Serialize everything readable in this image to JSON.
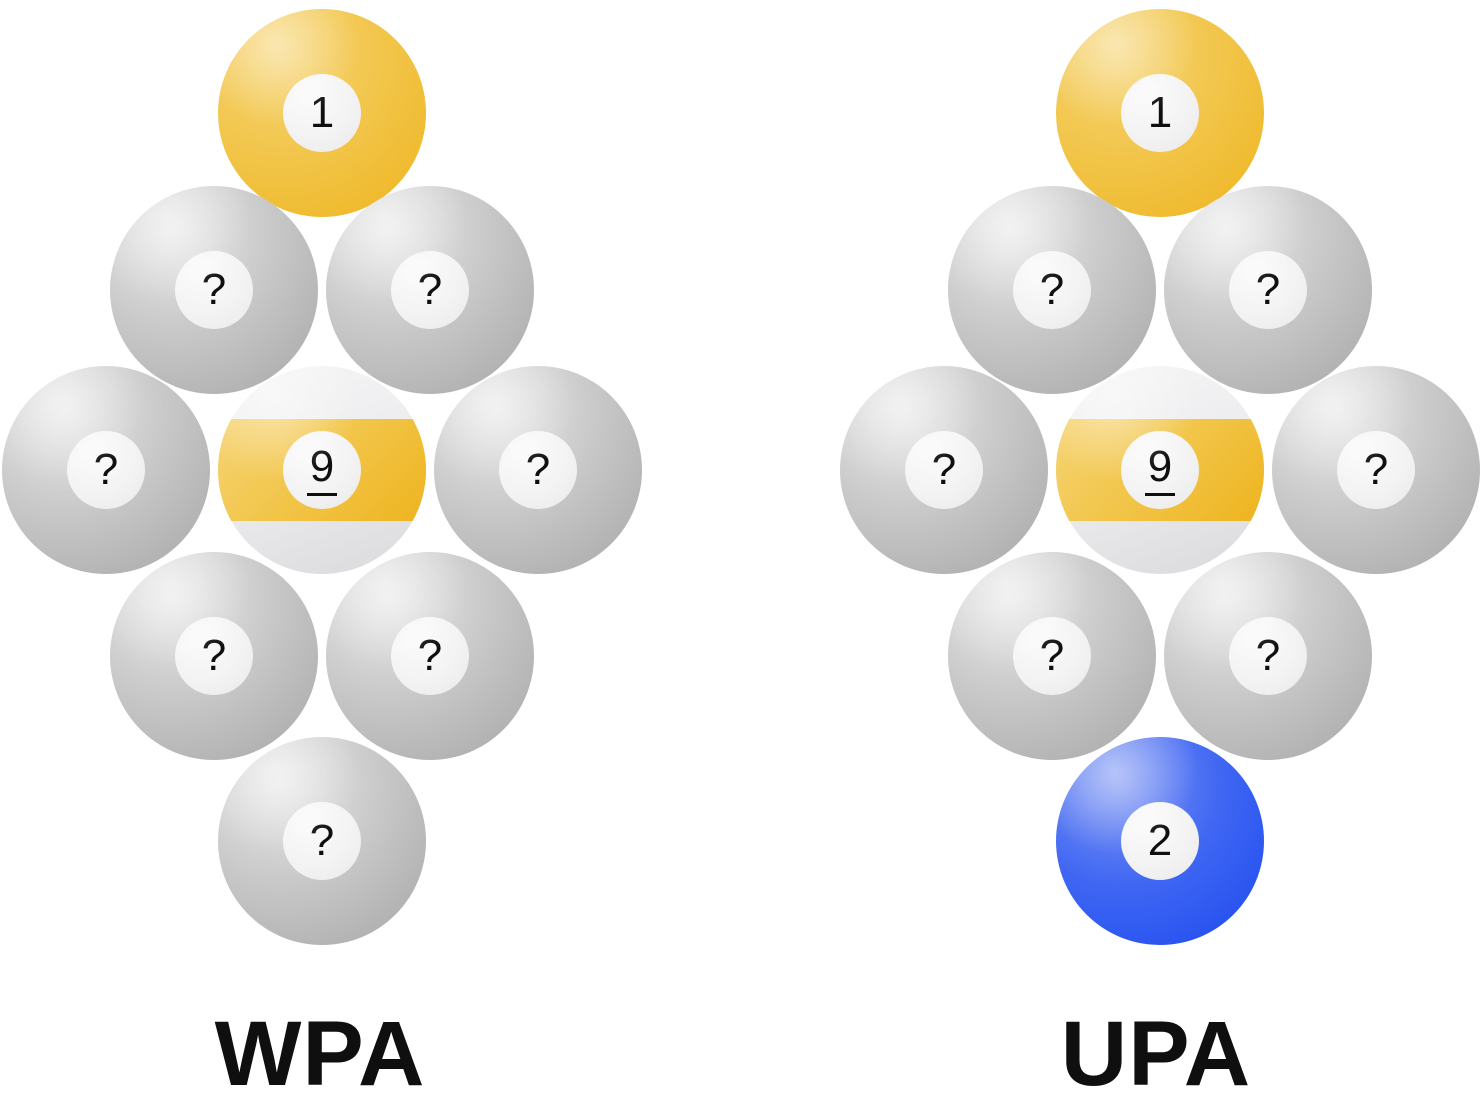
{
  "colors": {
    "yellow_hi": "#f6d474",
    "yellow_mid": "#f2c64c",
    "yellow_dark": "#eeb41e",
    "gray_hi": "#e9e9e9",
    "gray_mid": "#c9c9c9",
    "gray_dark": "#a6a6a6",
    "blue_hi": "#7f97f3",
    "blue_mid": "#3f66f3",
    "blue_dark": "#1c49ee",
    "white_hi": "#f6f6f7",
    "white_mid": "#ececee",
    "white_dark": "#d9d9db",
    "badge_hi": "#fbfbfb",
    "badge_mid": "#f3f3f4",
    "badge_lo": "#e9e9ea",
    "text": "#0f0f0f"
  },
  "diagrams": [
    {
      "label": "WPA",
      "balls": [
        {
          "text": "1",
          "style": "yellow",
          "row": 0,
          "col": 0,
          "underline": false
        },
        {
          "text": "?",
          "style": "gray",
          "row": 1,
          "col": -1,
          "underline": false
        },
        {
          "text": "?",
          "style": "gray",
          "row": 1,
          "col": 1,
          "underline": false
        },
        {
          "text": "?",
          "style": "gray",
          "row": 2,
          "col": -2,
          "underline": false
        },
        {
          "text": "9",
          "style": "stripe-yellow",
          "row": 2,
          "col": 0,
          "underline": true
        },
        {
          "text": "?",
          "style": "gray",
          "row": 2,
          "col": 2,
          "underline": false
        },
        {
          "text": "?",
          "style": "gray",
          "row": 3,
          "col": -1,
          "underline": false
        },
        {
          "text": "?",
          "style": "gray",
          "row": 3,
          "col": 1,
          "underline": false
        },
        {
          "text": "?",
          "style": "gray",
          "row": 4,
          "col": 0,
          "underline": false
        }
      ]
    },
    {
      "label": "UPA",
      "balls": [
        {
          "text": "1",
          "style": "yellow",
          "row": 0,
          "col": 0,
          "underline": false
        },
        {
          "text": "?",
          "style": "gray",
          "row": 1,
          "col": -1,
          "underline": false
        },
        {
          "text": "?",
          "style": "gray",
          "row": 1,
          "col": 1,
          "underline": false
        },
        {
          "text": "?",
          "style": "gray",
          "row": 2,
          "col": -2,
          "underline": false
        },
        {
          "text": "9",
          "style": "stripe-yellow",
          "row": 2,
          "col": 0,
          "underline": true
        },
        {
          "text": "?",
          "style": "gray",
          "row": 2,
          "col": 2,
          "underline": false
        },
        {
          "text": "?",
          "style": "gray",
          "row": 3,
          "col": -1,
          "underline": false
        },
        {
          "text": "?",
          "style": "gray",
          "row": 3,
          "col": 1,
          "underline": false
        },
        {
          "text": "2",
          "style": "blue",
          "row": 4,
          "col": 0,
          "underline": false
        }
      ]
    }
  ]
}
